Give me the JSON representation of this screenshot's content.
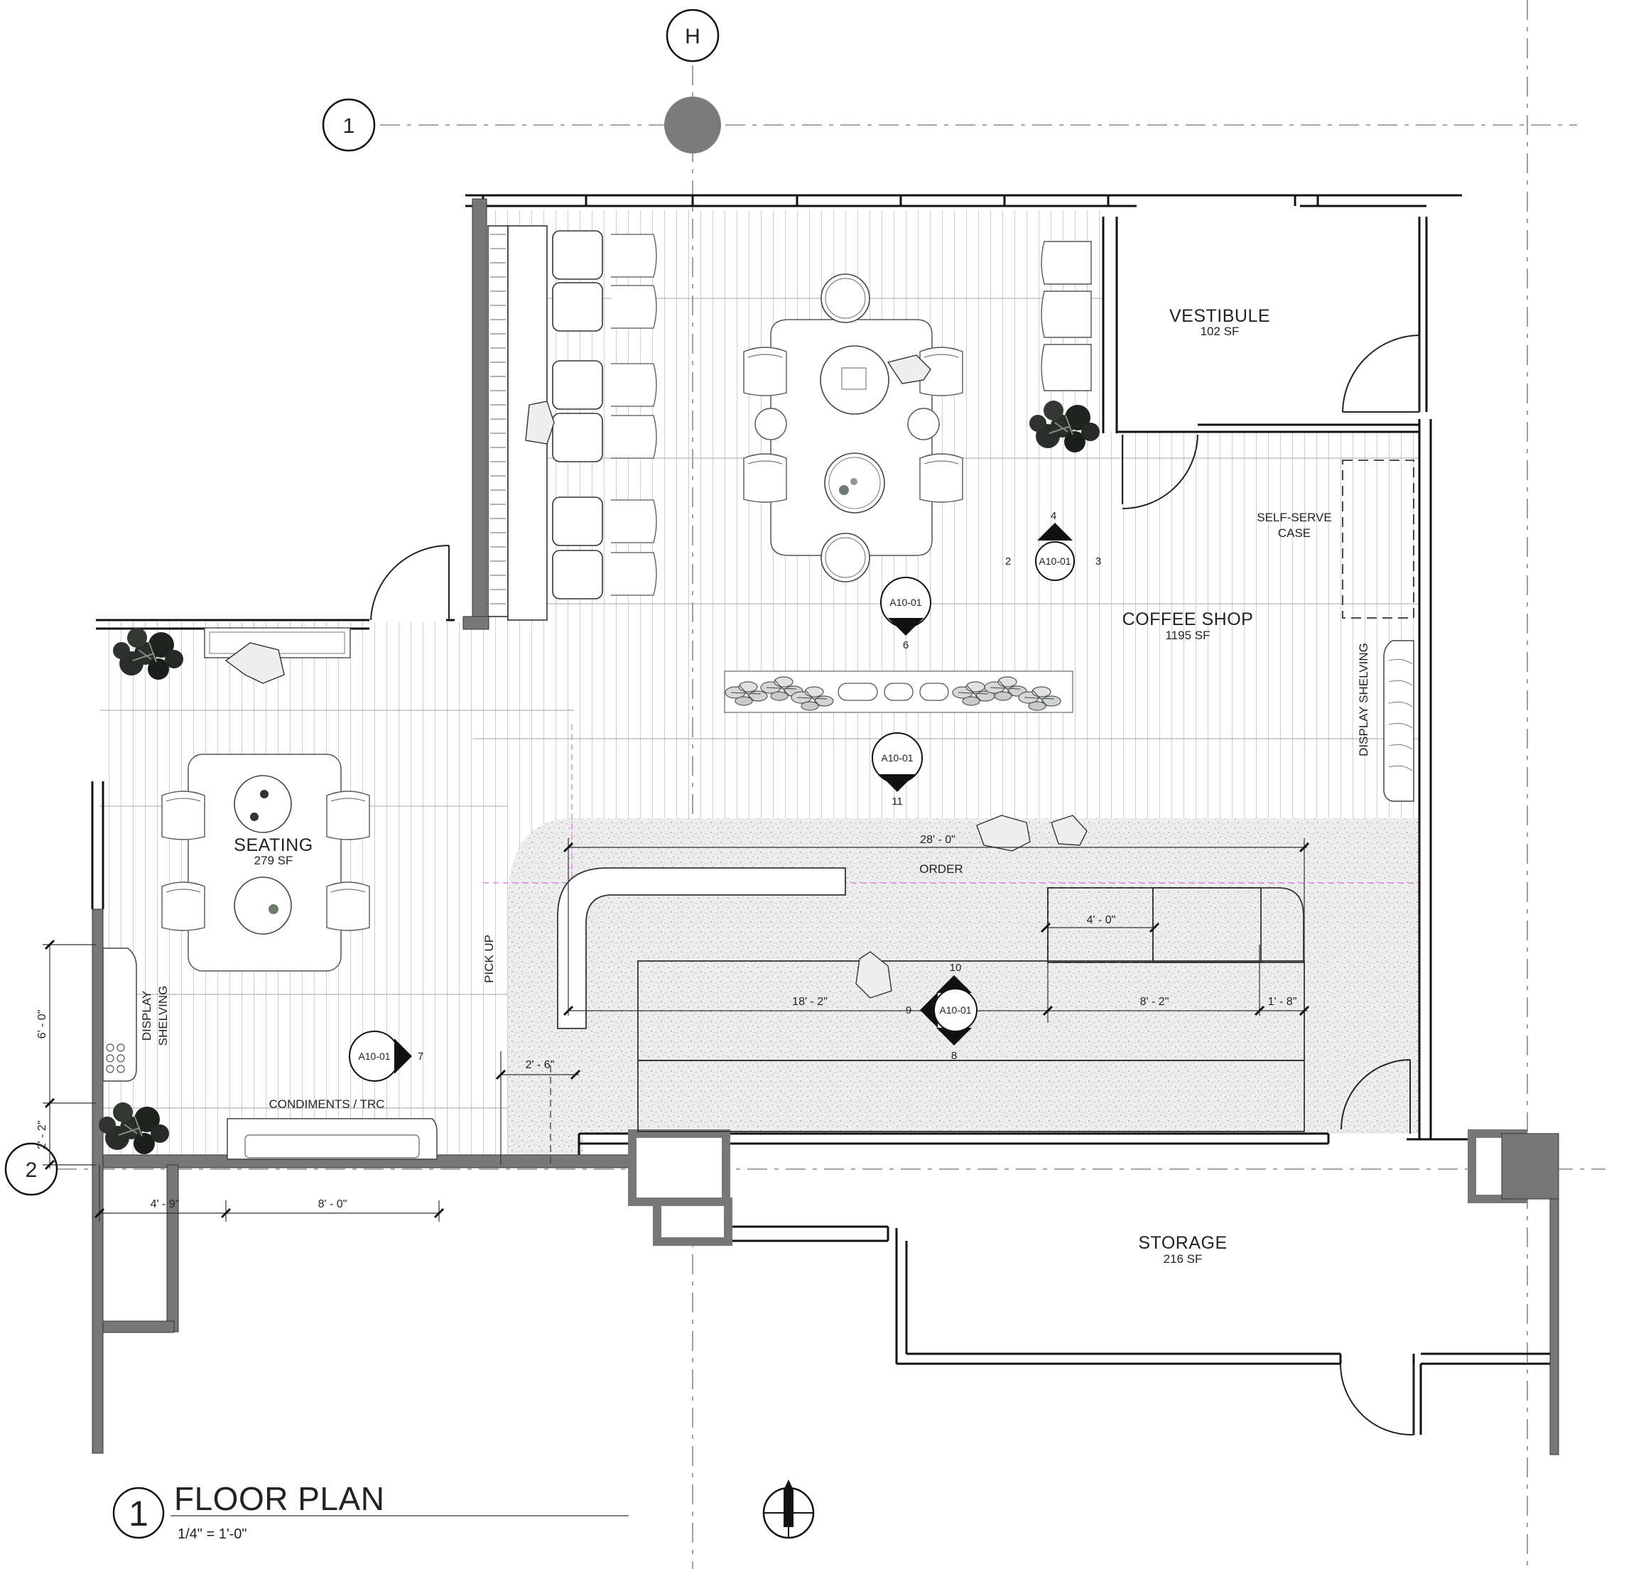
{
  "grid": {
    "col_H": "H",
    "row_1": "1",
    "row_2": "2"
  },
  "rooms": {
    "vestibule": {
      "name": "VESTIBULE",
      "area": "102 SF"
    },
    "coffee_shop": {
      "name": "COFFEE SHOP",
      "area": "1195 SF"
    },
    "seating": {
      "name": "SEATING",
      "area": "279 SF"
    },
    "storage": {
      "name": "STORAGE",
      "area": "216 SF"
    }
  },
  "labels": {
    "self_serve_line1": "SELF-SERVE",
    "self_serve_line2": "CASE",
    "display_shelving_right": "DISPLAY SHELVING",
    "display_line1": "DISPLAY",
    "display_line2": "SHELVING",
    "order": "ORDER",
    "pick_up": "PICK UP",
    "condiments": "CONDIMENTS / TRC"
  },
  "dimensions": {
    "d28_0": "28' - 0\"",
    "d4_0": "4' - 0\"",
    "d18_2": "18' - 2\"",
    "d8_2": "8' - 2\"",
    "d1_8": "1' - 8\"",
    "d2_6": "2' - 6\"",
    "d6_0": "6' - 0\"",
    "d2_2": "2' - 2\"",
    "d4_9": "4' - 9\"",
    "d8_0": "8' - 0\""
  },
  "elevation_tags": {
    "sheet": "A10-01",
    "tag_a": {
      "n": "4",
      "w": "2",
      "e": "3"
    },
    "tag_b": {
      "s": "6"
    },
    "tag_c": {
      "s": "11"
    },
    "tag_d": {
      "n": "10",
      "w": "9",
      "s": "8"
    },
    "tag_e": {
      "e": "7"
    }
  },
  "title": {
    "number": "1",
    "text": "FLOOR PLAN",
    "scale": "1/4\" = 1'-0\""
  },
  "icons": [
    "north-arrow-icon",
    "plant-icon",
    "chair-icon",
    "table-icon",
    "door-swing-icon"
  ]
}
